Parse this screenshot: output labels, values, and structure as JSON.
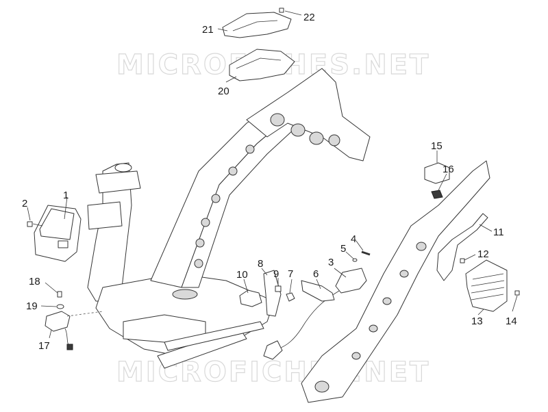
{
  "watermark": {
    "text": "MICROFICHES.NET"
  },
  "callouts": [
    "1",
    "2",
    "3",
    "4",
    "5",
    "6",
    "7",
    "8",
    "9",
    "10",
    "11",
    "12",
    "13",
    "14",
    "15",
    "16",
    "17",
    "18",
    "19",
    "20",
    "21",
    "22"
  ]
}
